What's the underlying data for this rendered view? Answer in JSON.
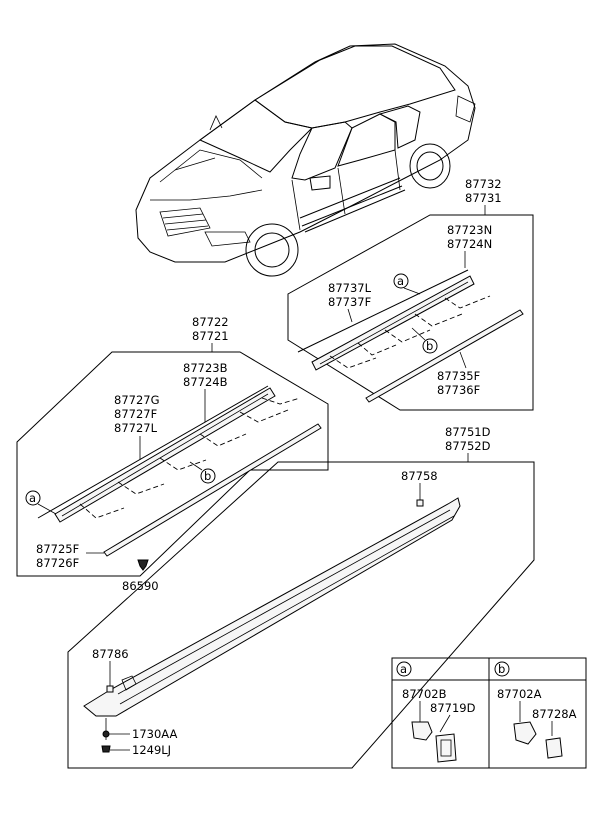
{
  "callouts": {
    "top_group": [
      "87732",
      "87731"
    ],
    "top_strip": [
      "87723N",
      "87724N"
    ],
    "top_belt": [
      "87737L",
      "87737F"
    ],
    "top_lower": [
      "87735F",
      "87736F"
    ],
    "left_group": [
      "87722",
      "87721"
    ],
    "left_strip": [
      "87723B",
      "87724B"
    ],
    "left_belt": [
      "87727G",
      "87727F",
      "87727L"
    ],
    "left_lower": [
      "87725F",
      "87726F"
    ],
    "clip": "86590",
    "sill_group": [
      "87751D",
      "87752D"
    ],
    "sill_clip": "87758",
    "sill_front_clip": "87786",
    "bolt": "1730AA",
    "nut": "1249LJ"
  },
  "markers": {
    "a": "a",
    "b": "b"
  },
  "legend": {
    "a": {
      "marker": "a",
      "parts": [
        "87702B",
        "87719D"
      ]
    },
    "b": {
      "marker": "b",
      "parts": [
        "87702A",
        "87728A"
      ]
    }
  }
}
